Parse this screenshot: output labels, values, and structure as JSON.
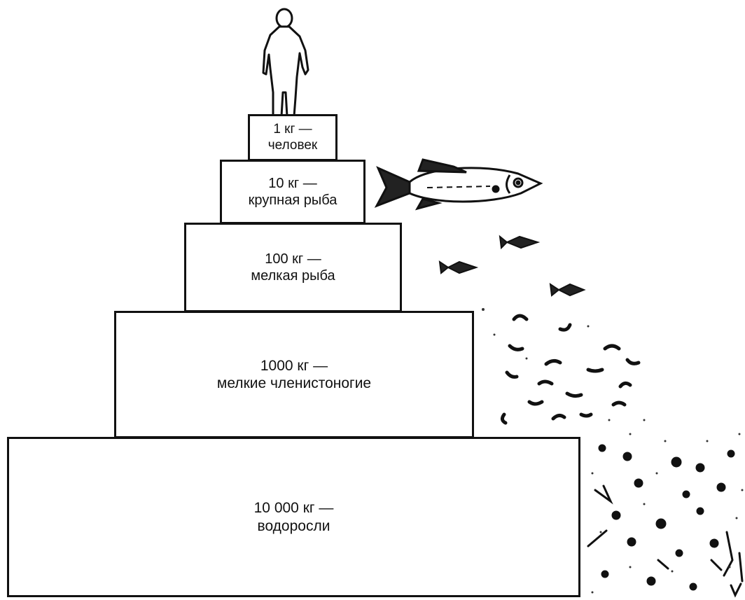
{
  "pyramid": {
    "levels": [
      {
        "weight": "1 кг —",
        "name": "человек"
      },
      {
        "weight": "10 кг —",
        "name": "крупная рыба"
      },
      {
        "weight": "100 кг —",
        "name": "мелкая рыба"
      },
      {
        "weight": "1000 кг —",
        "name": "мелкие членистоногие"
      },
      {
        "weight": "10 000 кг —",
        "name": "водоросли"
      }
    ]
  },
  "icons": [
    "human-figure-icon",
    "large-fish-icon",
    "small-fish-icon",
    "arthropod-icon",
    "algae-icon"
  ]
}
